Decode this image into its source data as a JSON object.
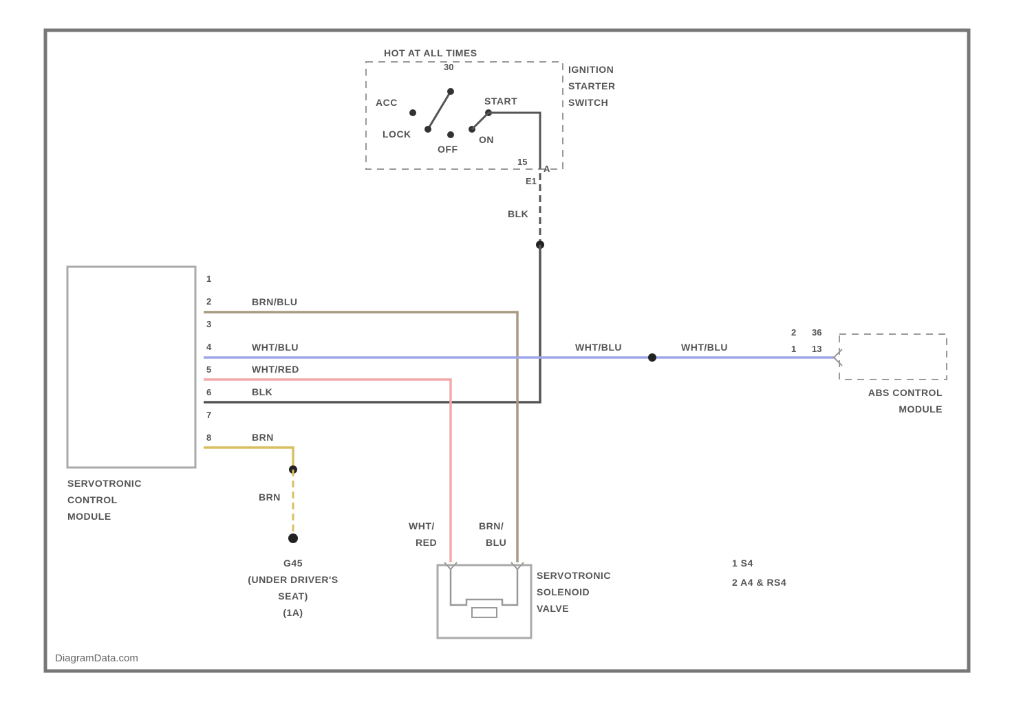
{
  "ignition_switch": {
    "header": "HOT AT ALL TIMES",
    "pin_top": "30",
    "name_lines": [
      "IGNITION",
      "STARTER",
      "SWITCH"
    ],
    "positions": {
      "acc": "ACC",
      "lock": "LOCK",
      "off": "OFF",
      "on": "ON",
      "start": "START"
    },
    "terminal_a": "15",
    "terminal_b": "E1",
    "pin_c": "A"
  },
  "control_module": {
    "name_lines": [
      "SERVOTRONIC",
      "CONTROL",
      "MODULE"
    ],
    "pins": [
      "1",
      "2",
      "3",
      "4",
      "5",
      "6",
      "7",
      "8"
    ]
  },
  "wires": {
    "pin2": "BRN/BLU",
    "pin4": "WHT/BLU",
    "pin5": "WHT/RED",
    "pin6": "BLK",
    "pin8": "BRN",
    "ignition_feed": "BLK",
    "ground_feed": "BRN",
    "abs_wire_1": "WHT/BLU",
    "abs_wire_2": "WHT/BLU",
    "valve_left_lines": [
      "WHT/",
      "RED"
    ],
    "valve_right_lines": [
      "BRN/",
      "BLU"
    ]
  },
  "abs_module": {
    "name_lines": [
      "ABS CONTROL",
      "MODULE"
    ],
    "connector_row1": [
      "2",
      "36"
    ],
    "connector_row2": [
      "1",
      "13"
    ]
  },
  "ground": {
    "label_lines": [
      "G45",
      "(UNDER DRIVER'S",
      "SEAT)",
      "(1A)"
    ]
  },
  "solenoid_valve": {
    "name_lines": [
      "SERVOTRONIC",
      "SOLENOID",
      "VALVE"
    ]
  },
  "notes": [
    "1 S4",
    "2 A4 & RS4"
  ],
  "watermark": "DiagramData.com",
  "colors": {
    "frame": "#777777",
    "brn_blu": "#a89a82",
    "wht_blu": "#9fa8e8",
    "wht_red": "#f2aaaa",
    "blk": "#555555",
    "brn": "#d8c060",
    "dashed_box": "#999999"
  }
}
